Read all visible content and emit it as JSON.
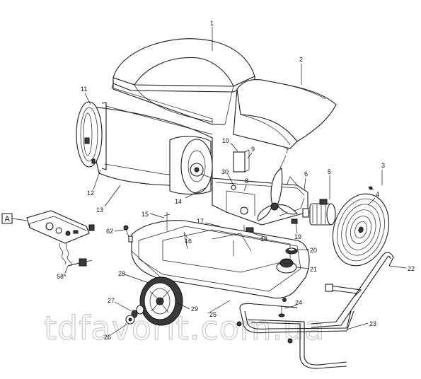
{
  "watermark": "tdfavorit.com.ua",
  "section_box_label": "A",
  "callouts": {
    "c1": "1",
    "c2": "2",
    "c3": "3",
    "c4": "4",
    "c5": "5",
    "c6": "6",
    "c7": "7",
    "c8": "8",
    "c9": "9",
    "c10": "10",
    "c11": "11",
    "c12": "12",
    "c13": "13",
    "c14": "14",
    "c15": "15",
    "c16": "16",
    "c17": "17",
    "c18": "18",
    "c19": "19",
    "c20": "20",
    "c21": "21",
    "c22": "22",
    "c23": "23",
    "c24": "24",
    "c25": "25",
    "c26": "26",
    "c27": "27",
    "c28": "28",
    "c29": "29",
    "c30": "30",
    "c58": "58*",
    "c62": "62"
  }
}
